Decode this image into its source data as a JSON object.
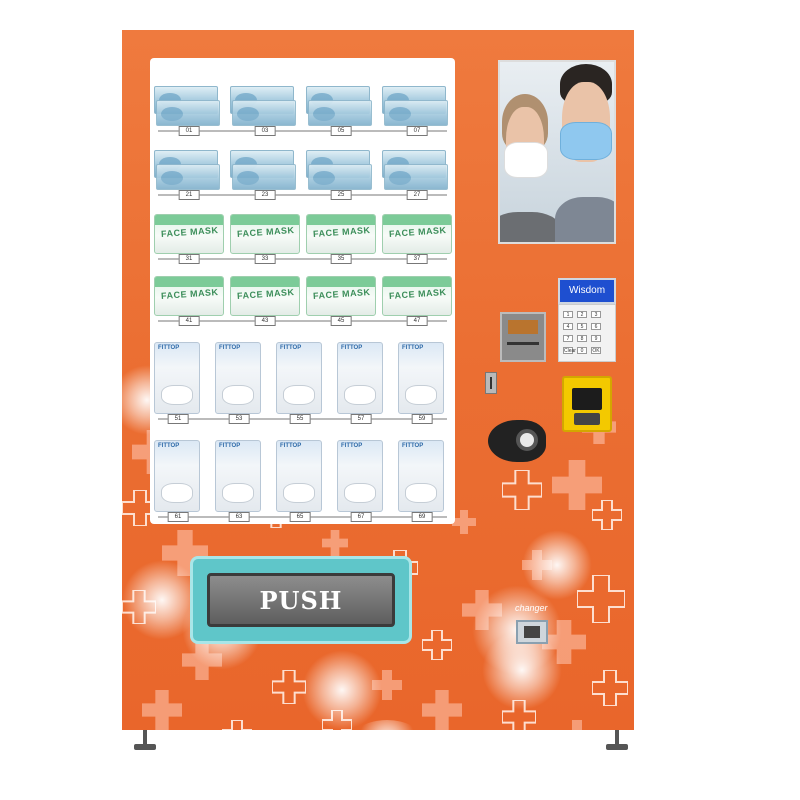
{
  "machine": {
    "body_color": "#ec6f33",
    "accent_color": "#5fc6c9",
    "push_label": "PUSH",
    "screen_label": "Wisdom",
    "changer_label": "changer"
  },
  "product_labels": {
    "boxed_blue": [
      "01",
      "03",
      "05",
      "07",
      "21",
      "23",
      "25",
      "27"
    ],
    "face_mask_boxes": [
      "31",
      "33",
      "35",
      "37",
      "41",
      "43",
      "45",
      "47"
    ],
    "pouches": [
      "51",
      "53",
      "55",
      "57",
      "59",
      "61",
      "63",
      "65",
      "67",
      "69"
    ]
  },
  "product_text": {
    "face_mask": "FACE MASK",
    "pouch_brand": "FITTOP"
  },
  "keypad_keys": [
    "1",
    "2",
    "3",
    "4",
    "5",
    "6",
    "7",
    "8",
    "9",
    "Clear",
    "0",
    "OK"
  ],
  "icons": [
    "bill-acceptor-icon",
    "card-reader-icon",
    "coin-slot-icon",
    "cup-holder-icon",
    "medical-cross-icon"
  ]
}
